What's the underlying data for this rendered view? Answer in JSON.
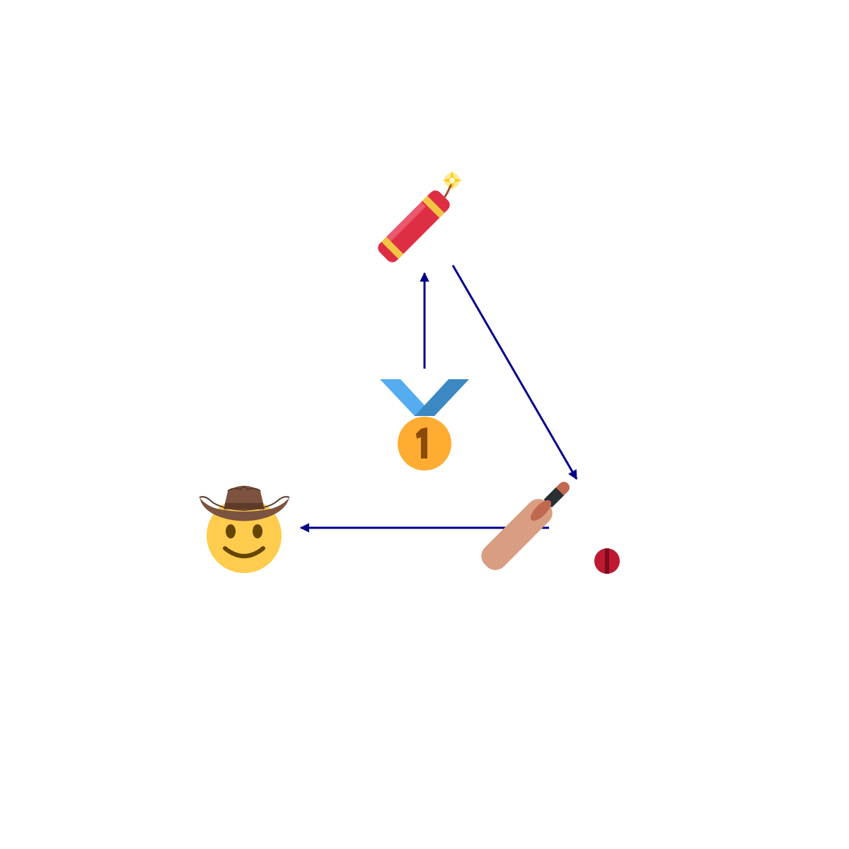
{
  "diagram": {
    "type": "emoji-flow",
    "edge_color": "#00008b",
    "nodes": [
      {
        "id": "medal",
        "icon": "first-place-medal-icon"
      },
      {
        "id": "firecracker",
        "icon": "firecracker-icon"
      },
      {
        "id": "cricket",
        "icon": "cricket-bat-and-ball-icon"
      },
      {
        "id": "cowboy",
        "icon": "cowboy-hat-face-icon"
      }
    ],
    "edges": [
      {
        "from": "medal",
        "to": "firecracker"
      },
      {
        "from": "firecracker",
        "to": "cricket"
      },
      {
        "from": "cricket",
        "to": "cowboy"
      }
    ]
  }
}
